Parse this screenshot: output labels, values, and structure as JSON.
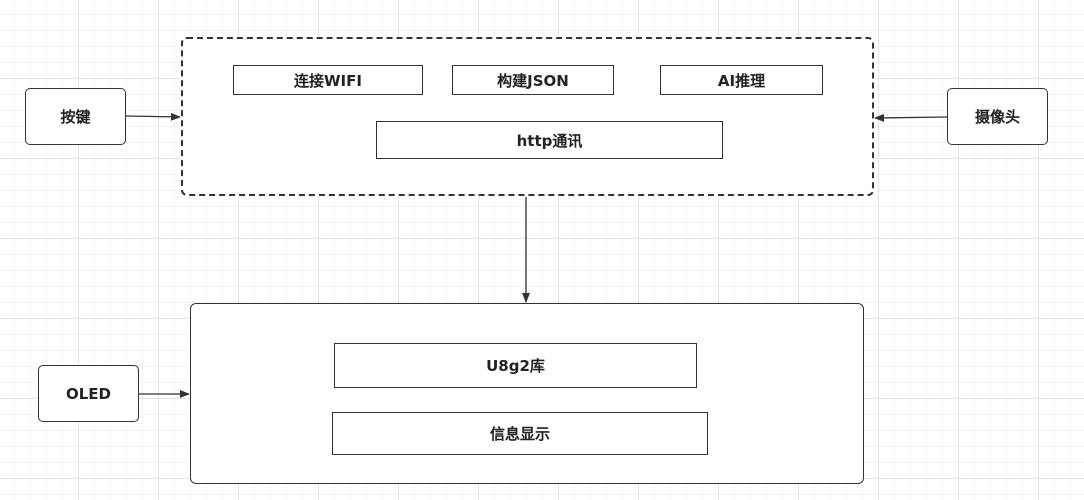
{
  "inputs": {
    "key": "按键",
    "camera": "摄像头",
    "oled": "OLED"
  },
  "process_group": {
    "wifi": "连接WIFI",
    "json": "构建JSON",
    "ai": "AI推理",
    "http": "http通讯"
  },
  "display_group": {
    "u8g2": "U8g2库",
    "info": "信息显示"
  },
  "colors": {
    "stroke": "#333333",
    "background": "#ffffff",
    "grid": "#e4e4e4"
  }
}
